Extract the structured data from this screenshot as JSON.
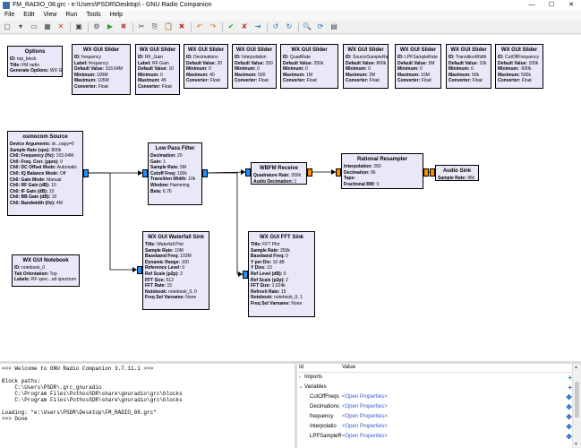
{
  "window": {
    "title": "FM_RADIO_08.grc - e:\\Users\\PSDR\\Desktop\\ - GNU Radio Companion",
    "minimize": "—",
    "maximize": "☐",
    "close": "✕"
  },
  "menu": [
    "File",
    "Edit",
    "View",
    "Run",
    "Tools",
    "Help"
  ],
  "toolbar_icons": [
    {
      "name": "new-icon",
      "glyph": "▢",
      "color": ""
    },
    {
      "name": "new-dropdown-icon",
      "glyph": "▾",
      "color": ""
    },
    {
      "name": "open-icon",
      "glyph": "▭",
      "color": ""
    },
    {
      "name": "save-icon",
      "glyph": "▦",
      "color": ""
    },
    {
      "name": "close-icon",
      "glyph": "✕",
      "color": "red"
    },
    {
      "name": "sep",
      "glyph": "",
      "color": ""
    },
    {
      "name": "screenshot-icon",
      "glyph": "▣",
      "color": ""
    },
    {
      "name": "sep",
      "glyph": "",
      "color": ""
    },
    {
      "name": "generate-icon",
      "glyph": "⚙",
      "color": ""
    },
    {
      "name": "execute-icon",
      "glyph": "▶",
      "color": "green"
    },
    {
      "name": "kill-icon",
      "glyph": "✖",
      "color": "red"
    },
    {
      "name": "sep",
      "glyph": "",
      "color": ""
    },
    {
      "name": "cut-icon",
      "glyph": "✂",
      "color": ""
    },
    {
      "name": "copy-icon",
      "glyph": "⎘",
      "color": ""
    },
    {
      "name": "paste-icon",
      "glyph": "📋",
      "color": ""
    },
    {
      "name": "delete-icon",
      "glyph": "✖",
      "color": "red"
    },
    {
      "name": "sep",
      "glyph": "",
      "color": ""
    },
    {
      "name": "undo-icon",
      "glyph": "↶",
      "color": "orange"
    },
    {
      "name": "redo-icon",
      "glyph": "↷",
      "color": "orange"
    },
    {
      "name": "sep",
      "glyph": "",
      "color": ""
    },
    {
      "name": "enable-icon",
      "glyph": "✔",
      "color": "green"
    },
    {
      "name": "disable-icon",
      "glyph": "✘",
      "color": "red"
    },
    {
      "name": "bypass-icon",
      "glyph": "⇥",
      "color": "blue"
    },
    {
      "name": "sep",
      "glyph": "",
      "color": ""
    },
    {
      "name": "rotate-ccw-icon",
      "glyph": "↺",
      "color": "blue"
    },
    {
      "name": "rotate-cw-icon",
      "glyph": "↻",
      "color": "blue"
    },
    {
      "name": "sep",
      "glyph": "",
      "color": ""
    },
    {
      "name": "find-icon",
      "glyph": "🔍",
      "color": ""
    },
    {
      "name": "reload-icon",
      "glyph": "⟳",
      "color": "blue"
    },
    {
      "name": "properties-icon",
      "glyph": "▤",
      "color": ""
    }
  ],
  "blocks": {
    "options": {
      "title": "Options",
      "params": [
        [
          "ID",
          "top_block"
        ],
        [
          "Title",
          "FM radio"
        ],
        [
          "Generate Options",
          "WX GUI"
        ]
      ]
    },
    "slider_frequency": {
      "title": "WX GUI Slider",
      "params": [
        [
          "ID",
          "frequency"
        ],
        [
          "Label",
          "frequency"
        ],
        [
          "Default Value",
          "103.64M"
        ],
        [
          "Minimum",
          "100M"
        ],
        [
          "Maximum",
          "105M"
        ],
        [
          "Converter",
          "Float"
        ]
      ]
    },
    "slider_rf_gain": {
      "title": "WX GUI Slider",
      "params": [
        [
          "ID",
          "RF_Gain"
        ],
        [
          "Label",
          "RF Gain"
        ],
        [
          "Default Value",
          "10"
        ],
        [
          "Minimum",
          "0"
        ],
        [
          "Maximum",
          "45"
        ],
        [
          "Converter",
          "Float"
        ]
      ]
    },
    "slider_decimations": {
      "title": "WX GUI Slider",
      "params": [
        [
          "ID",
          "Decimations"
        ],
        [
          "Default Value",
          "20"
        ],
        [
          "Minimum",
          "0"
        ],
        [
          "Maximum",
          "40"
        ],
        [
          "Converter",
          "Float"
        ]
      ]
    },
    "slider_interpolation": {
      "title": "WX GUI Slider",
      "params": [
        [
          "ID",
          "Interpolation"
        ],
        [
          "Default Value",
          "250"
        ],
        [
          "Minimum",
          "0"
        ],
        [
          "Maximum",
          "500"
        ],
        [
          "Converter",
          "Float"
        ]
      ]
    },
    "slider_quadrate": {
      "title": "WX GUI Slider",
      "params": [
        [
          "ID",
          "QuadRate"
        ],
        [
          "Default Value",
          "250k"
        ],
        [
          "Minimum",
          "0"
        ],
        [
          "Maximum",
          "1M"
        ],
        [
          "Converter",
          "Float"
        ]
      ]
    },
    "slider_sourcesamplerate": {
      "title": "WX GUI Slider",
      "params": [
        [
          "ID",
          "SourceSampleRate"
        ],
        [
          "Default Value",
          "800k"
        ],
        [
          "Minimum",
          "0"
        ],
        [
          "Maximum",
          "2M"
        ],
        [
          "Converter",
          "Float"
        ]
      ]
    },
    "slider_lpfsamplerate": {
      "title": "WX GUI Slider",
      "params": [
        [
          "ID",
          "LPFSampleRate"
        ],
        [
          "Default Value",
          "5M"
        ],
        [
          "Minimum",
          "0"
        ],
        [
          "Maximum",
          "10M"
        ],
        [
          "Converter",
          "Float"
        ]
      ]
    },
    "slider_transitionwidth": {
      "title": "WX GUI Slider",
      "params": [
        [
          "ID",
          "TransitionWidth"
        ],
        [
          "Default Value",
          "10k"
        ],
        [
          "Minimum",
          "0"
        ],
        [
          "Maximum",
          "50k"
        ],
        [
          "Converter",
          "Float"
        ]
      ]
    },
    "slider_cutofffrequency": {
      "title": "WX GUI Slider",
      "params": [
        [
          "ID",
          "CutOffFrequency"
        ],
        [
          "Default Value",
          "100k"
        ],
        [
          "Minimum",
          "-500k"
        ],
        [
          "Maximum",
          "500k"
        ],
        [
          "Converter",
          "Float"
        ]
      ]
    },
    "osmocom": {
      "title": "osmocom Source",
      "params": [
        [
          "Device Arguments",
          "dr...oapy=0"
        ],
        [
          "Sample Rate (sps)",
          "800k"
        ],
        [
          "Ch0: Frequency (Hz)",
          "103.64M"
        ],
        [
          "Ch0: Freq. Corr. (ppm)",
          "0"
        ],
        [
          "Ch0: DC Offset Mode",
          "Automatic"
        ],
        [
          "Ch0: IQ Balance Mode",
          "Off"
        ],
        [
          "Ch0: Gain Mode",
          "Manual"
        ],
        [
          "Ch0: RF Gain (dB)",
          "10"
        ],
        [
          "Ch0: IF Gain (dB)",
          "10"
        ],
        [
          "Ch0: BB Gain (dB)",
          "10"
        ],
        [
          "Ch0: Bandwidth (Hz)",
          "4M"
        ]
      ]
    },
    "lpf": {
      "title": "Low Pass Filter",
      "params": [
        [
          "Decimation",
          "20"
        ],
        [
          "Gain",
          "1"
        ],
        [
          "Sample Rate",
          "5M"
        ],
        [
          "Cutoff Freq",
          "100k"
        ],
        [
          "Transition Width",
          "10k"
        ],
        [
          "Window",
          "Hamming"
        ],
        [
          "Beta",
          "6.76"
        ]
      ]
    },
    "wbfm": {
      "title": "WBFM Receive",
      "params": [
        [
          "Quadrature Rate",
          "250k"
        ],
        [
          "Audio Decimation",
          "1"
        ]
      ]
    },
    "resampler": {
      "title": "Rational Resampler",
      "params": [
        [
          "Interpolation",
          "250"
        ],
        [
          "Decimation",
          "96"
        ],
        [
          "Taps",
          ""
        ],
        [
          "Fractional BW",
          "0"
        ]
      ]
    },
    "audio": {
      "title": "Audio Sink",
      "params": [
        [
          "Sample Rate",
          "96k"
        ]
      ]
    },
    "notebook": {
      "title": "WX GUI Notebook",
      "params": [
        [
          "ID",
          "notebook_0"
        ],
        [
          "Tab Orientation",
          "Top"
        ],
        [
          "Labels",
          "RF spec...od spectrum"
        ]
      ]
    },
    "waterfall": {
      "title": "WX GUI Waterfall Sink",
      "params": [
        [
          "Title",
          "Waterfall Plot"
        ],
        [
          "Sample Rate",
          "10M"
        ],
        [
          "Baseband Freq",
          "103M"
        ],
        [
          "Dynamic Range",
          "100"
        ],
        [
          "Reference Level",
          "0"
        ],
        [
          "Ref Scale (p2p)",
          "2"
        ],
        [
          "FFT Size",
          "512"
        ],
        [
          "FFT Rate",
          "15"
        ],
        [
          "Notebook",
          "notebook_0, 0"
        ],
        [
          "Freq Set Varname",
          "None"
        ]
      ]
    },
    "fftsink": {
      "title": "WX GUI FFT Sink",
      "params": [
        [
          "Title",
          "FFT Plot"
        ],
        [
          "Sample Rate",
          "250k"
        ],
        [
          "Baseband Freq",
          "0"
        ],
        [
          "Y per Div",
          "10 dB"
        ],
        [
          "Y Divs",
          "10"
        ],
        [
          "Ref Level (dB)",
          "0"
        ],
        [
          "Ref Scale (p2p)",
          "2"
        ],
        [
          "FFT Size",
          "1.024k"
        ],
        [
          "Refresh Rate",
          "15"
        ],
        [
          "Notebook",
          "notebook_0, 1"
        ],
        [
          "Freq Set Varname",
          "None"
        ]
      ]
    }
  },
  "console": {
    "lines": [
      "<<< Welcome to GNU Radio Companion 3.7.11.1 >>>",
      "",
      "Block paths:",
      "    C:\\Users\\PSDR\\.grc_gnuradio",
      "    C:\\Program Files\\PothosSDR\\share\\gnuradio\\grc\\blocks",
      "    C:\\Program Files\\PothosSDR\\share\\gnuradio\\grc\\blocks",
      "",
      "Loading: \"e:\\Users\\PSDR\\Desktop\\FM_RADIO_08.grc\"",
      ">>> Done"
    ]
  },
  "variables_panel": {
    "col_id": "Id",
    "col_value": "Value",
    "imports_label": "Imports",
    "variables_label": "Variables",
    "rows": [
      {
        "name": "CutOffFreqs",
        "value": "<Open Properties>"
      },
      {
        "name": "Decimations",
        "value": "<Open Properties>"
      },
      {
        "name": "frequency",
        "value": "<Open Properties>"
      },
      {
        "name": "Interpolatio",
        "value": "<Open Properties>"
      },
      {
        "name": "LPFSampleR",
        "value": "<Open Properties>"
      }
    ]
  },
  "colors": {
    "block_fill": "#e8e8f8",
    "port_complex": "#1e90ff",
    "port_float": "#ff8c00",
    "link_value": "#3d57c6"
  }
}
